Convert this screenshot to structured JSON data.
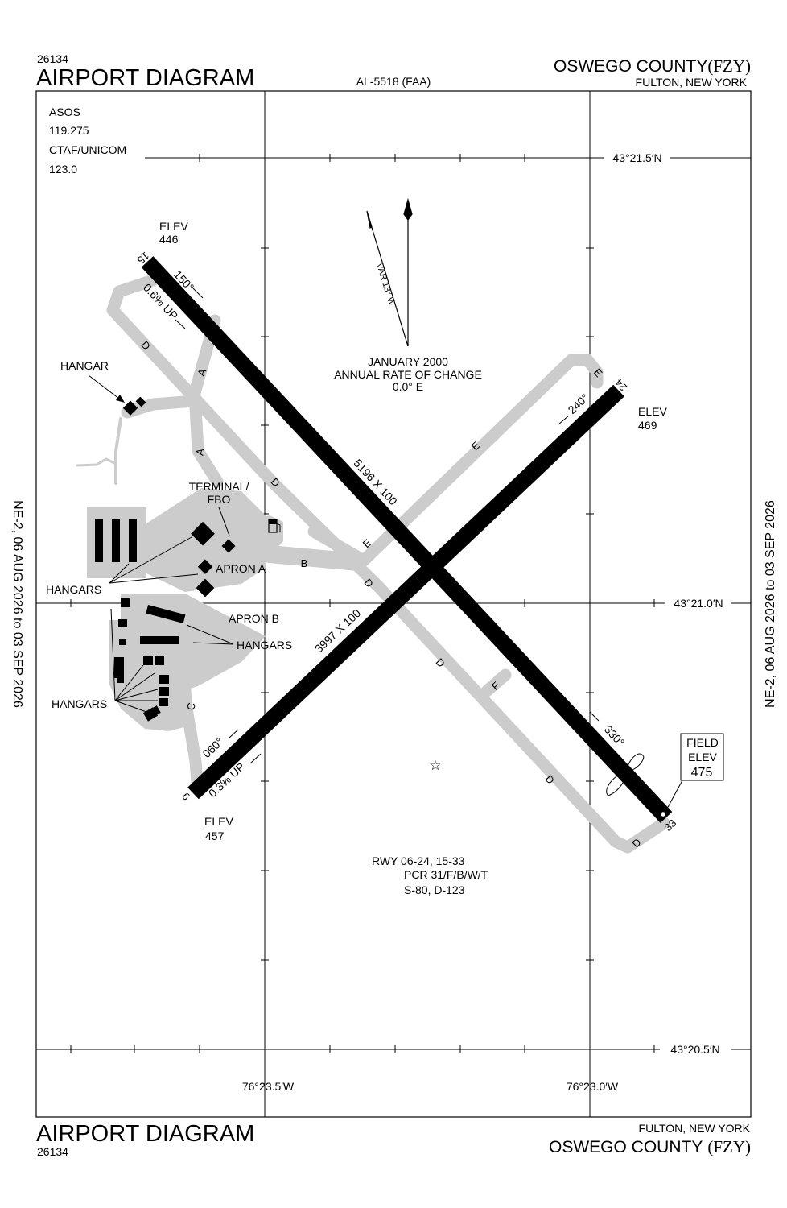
{
  "header": {
    "chart_number": "26134",
    "title": "AIRPORT DIAGRAM",
    "procedure_id": "AL-5518 (FAA)",
    "airport_name": "OSWEGO COUNTY",
    "airport_id": "(FZY)",
    "location": "FULTON, NEW YORK"
  },
  "footer": {
    "title": "AIRPORT DIAGRAM",
    "chart_number": "26134",
    "location": "FULTON, NEW YORK",
    "airport_name": "OSWEGO COUNTY",
    "airport_id": "(FZY)"
  },
  "effective_dates": "NE-2, 06 AUG 2026 to 03 SEP 2026",
  "comms": {
    "asos_label": "ASOS",
    "asos_freq": "119.275",
    "ctaf_label": "CTAF/UNICOM",
    "ctaf_freq": "123.0"
  },
  "coordinates": {
    "lat_top": "43°21.5′N",
    "lat_mid": "43°21.0′N",
    "lat_bottom": "43°20.5′N",
    "lon_left": "76°23.5′W",
    "lon_right": "76°23.0′W"
  },
  "magnetic": {
    "variation": "VAR 13° W",
    "epoch": "JANUARY 2000",
    "rate_label": "ANNUAL RATE OF CHANGE",
    "rate_value": "0.0° E"
  },
  "runways": {
    "rwy_15_33": {
      "dimensions": "5196 X 100",
      "end_15": "15",
      "end_33": "33",
      "heading_15": "150°",
      "heading_33": "330°",
      "gradient": "0.6% UP",
      "elev_15_label": "ELEV",
      "elev_15": "446"
    },
    "rwy_06_24": {
      "dimensions": "3997 X 100",
      "end_6": "6",
      "end_24": "24",
      "heading_6": "060°",
      "heading_24": "240°",
      "gradient": "0.3% UP",
      "elev_6_label": "ELEV",
      "elev_6": "457",
      "elev_24_label": "ELEV",
      "elev_24": "469"
    },
    "info_line1": "RWY 06-24, 15-33",
    "info_line2": "PCR 31/F/B/W/T",
    "info_line3": "S-80, D-123"
  },
  "field_elev": {
    "line1": "FIELD",
    "line2": "ELEV",
    "value": "475"
  },
  "taxiways": {
    "a": "A",
    "b": "B",
    "c": "C",
    "d": "D",
    "e": "E",
    "f": "F"
  },
  "labels": {
    "hangar": "HANGAR",
    "hangars": "HANGARS",
    "terminal_line1": "TERMINAL/",
    "terminal_line2": "FBO",
    "apron_a": "APRON A",
    "apron_b": "APRON B"
  },
  "colors": {
    "runway": "#000000",
    "taxiway": "#cccccc",
    "apron": "#cccccc",
    "linework": "#000000",
    "background": "#ffffff"
  }
}
